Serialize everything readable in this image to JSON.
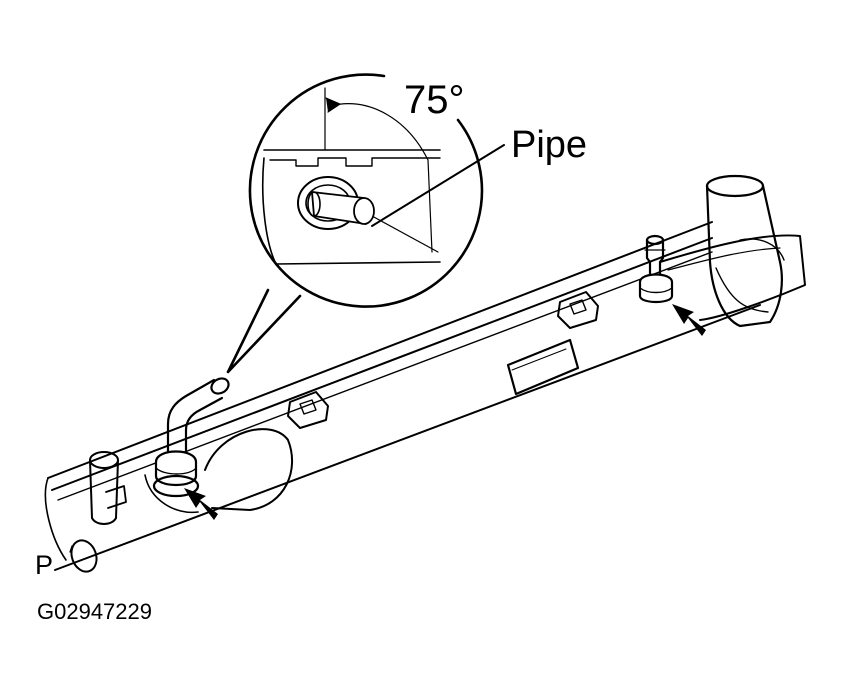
{
  "figure": {
    "angle_label": "75°",
    "pipe_label": "Pipe",
    "p_label": "P",
    "figure_code": "G02947229"
  },
  "icons": {
    "arrow_left": "arrow-icon",
    "arrow_right": "arrow-icon"
  },
  "colors": {
    "ink": "#000000",
    "paper": "#ffffff",
    "shade": "#dddddd"
  }
}
